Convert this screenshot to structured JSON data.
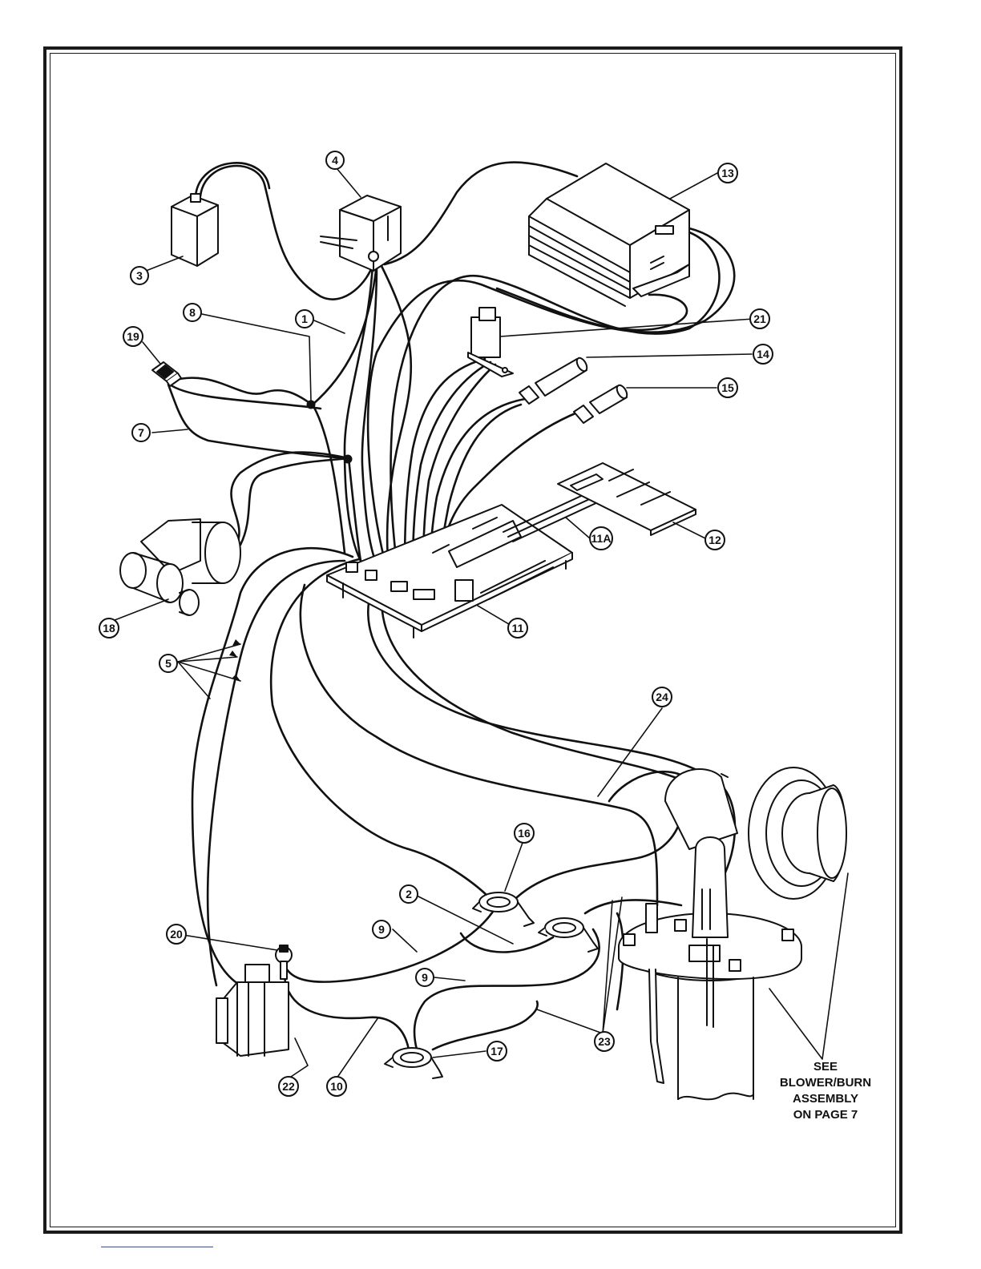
{
  "callouts": [
    {
      "id": "1",
      "label": "1"
    },
    {
      "id": "2",
      "label": "2"
    },
    {
      "id": "3",
      "label": "3"
    },
    {
      "id": "4",
      "label": "4"
    },
    {
      "id": "5",
      "label": "5"
    },
    {
      "id": "7",
      "label": "7"
    },
    {
      "id": "8",
      "label": "8"
    },
    {
      "id": "9a",
      "label": "9"
    },
    {
      "id": "9b",
      "label": "9"
    },
    {
      "id": "10",
      "label": "10"
    },
    {
      "id": "11",
      "label": "11"
    },
    {
      "id": "11A",
      "label": "11A"
    },
    {
      "id": "12",
      "label": "12"
    },
    {
      "id": "13",
      "label": "13"
    },
    {
      "id": "14",
      "label": "14"
    },
    {
      "id": "15",
      "label": "15"
    },
    {
      "id": "16",
      "label": "16"
    },
    {
      "id": "17",
      "label": "17"
    },
    {
      "id": "18",
      "label": "18"
    },
    {
      "id": "19",
      "label": "19"
    },
    {
      "id": "20",
      "label": "20"
    },
    {
      "id": "21",
      "label": "21"
    },
    {
      "id": "22",
      "label": "22"
    },
    {
      "id": "23",
      "label": "23"
    },
    {
      "id": "24",
      "label": "24"
    }
  ],
  "note": {
    "line1": "SEE",
    "line2": "BLOWER/BURN",
    "line3": "ASSEMBLY",
    "line4": "ON PAGE 7"
  },
  "colors": {
    "ink": "#111111",
    "link": "#2a4db0"
  }
}
